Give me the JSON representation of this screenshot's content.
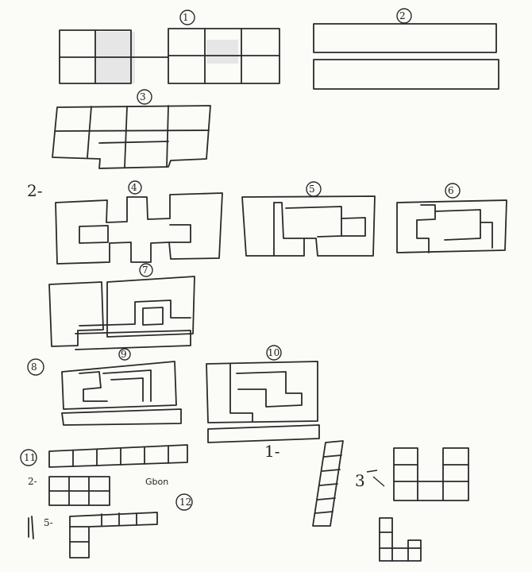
{
  "circle_marks": [
    "①",
    "②",
    "③",
    "④",
    "⑤",
    "⑥",
    "⑦",
    "⑧",
    "⑨",
    "⑩",
    "⑪",
    "⑫"
  ],
  "side_numbers": {
    "two_dash": "2-",
    "one_dash": "1-",
    "two_dash_small": "2-",
    "five_dash": "5-",
    "three": "3"
  },
  "note_text": "Gbon",
  "colors": {
    "ink": "#2a2a2a",
    "paper": "#fbfbf8",
    "shade": "#e6e6e6"
  }
}
